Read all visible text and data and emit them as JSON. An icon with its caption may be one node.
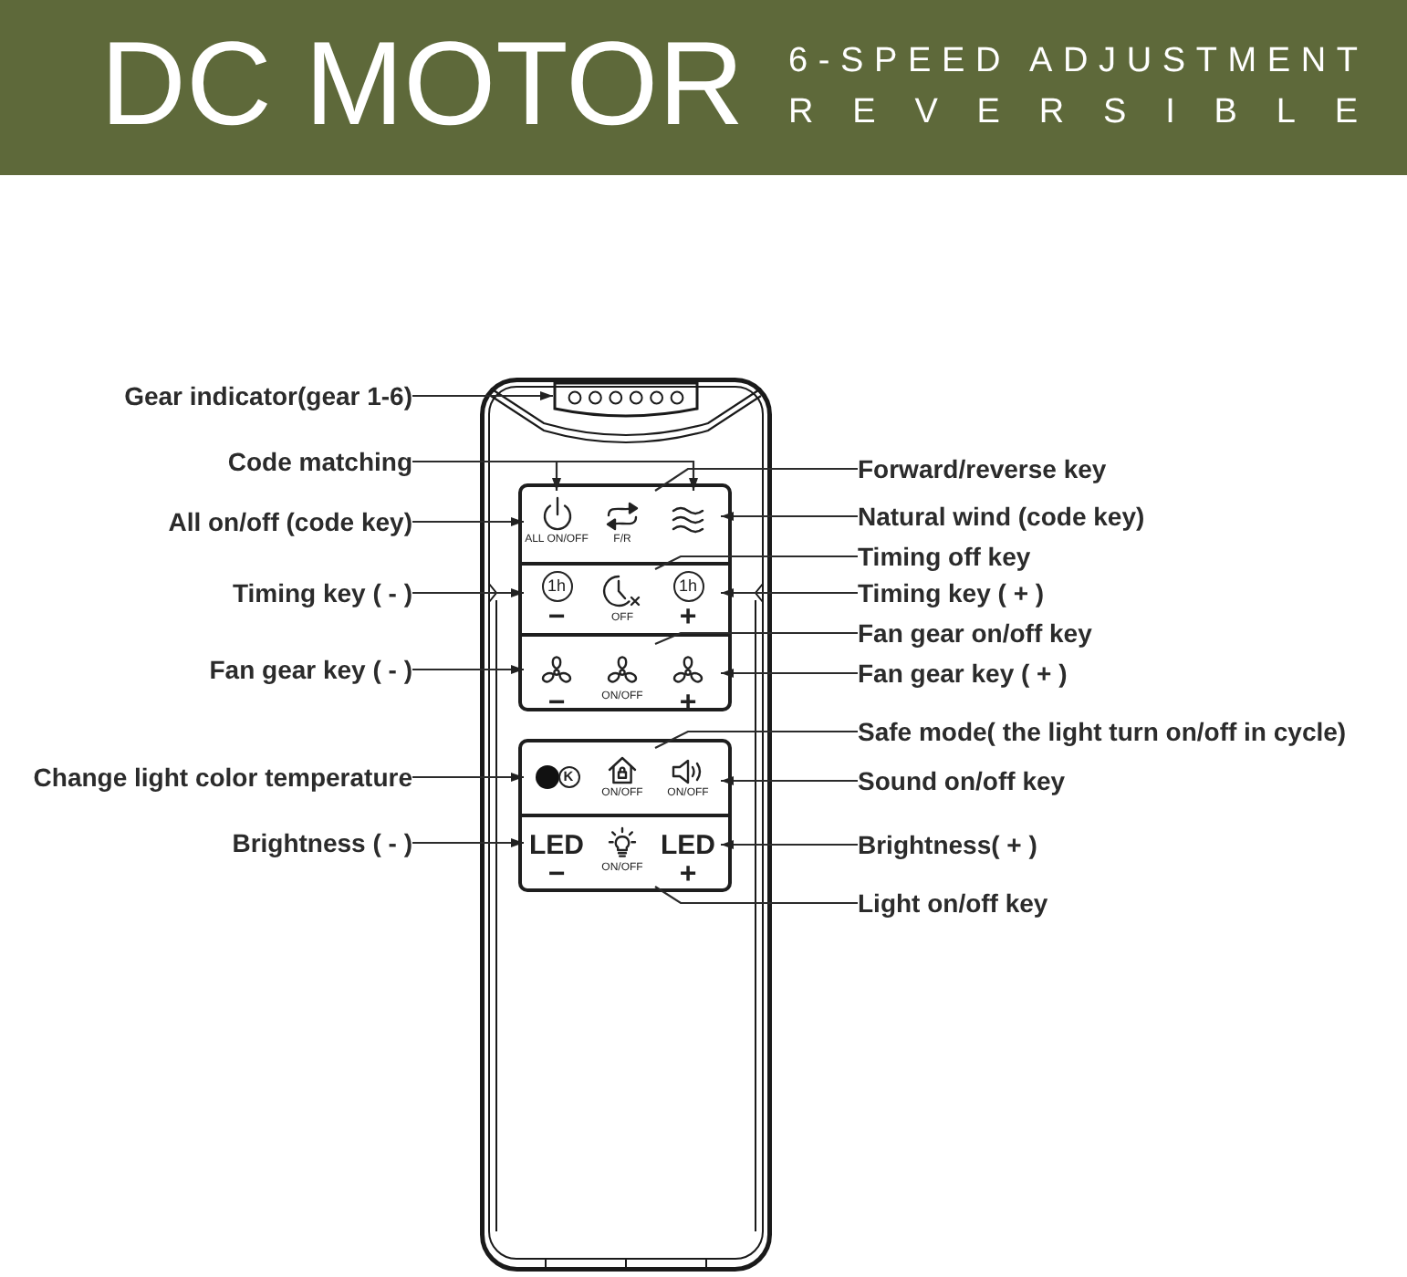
{
  "diagram": {
    "title": "DC MOTOR",
    "nodes": [
      {
        "text": [],
        "shape": "box"
      },
      {
        "text": [],
        "shape": "box",
        "in": 0
      },
      {
        "text": [],
        "shape": "box",
        "in": 0
      },
      {
        "text": [
          "ALL ON/OFF"
        ],
        "in": 2
      },
      {
        "text": [
          "F/R"
        ],
        "in": 2
      },
      {
        "text": [],
        "shape": "picture",
        "in": 2
      },
      {
        "text": [
          "1h",
          "−"
        ],
        "in": 2
      },
      {
        "text": [
          "OFF"
        ],
        "in": 2
      },
      {
        "text": [
          "1h",
          "+"
        ],
        "in": 2
      },
      {
        "text": [
          "−"
        ],
        "in": 2
      },
      {
        "text": [
          "ON/OFF"
        ],
        "in": 2
      },
      {
        "text": [
          "+"
        ],
        "in": 2
      },
      {
        "text": [],
        "shape": "box",
        "in": 0
      },
      {
        "text": [
          "K"
        ],
        "in": 12
      },
      {
        "text": [
          "ON/OFF"
        ],
        "in": 12
      },
      {
        "text": [
          "ON/OFF"
        ],
        "in": 12
      },
      {
        "text": [
          "LED",
          "−"
        ],
        "in": 12
      },
      {
        "text": [
          "ON/OFF"
        ],
        "in": 12
      },
      {
        "text": [
          "LED",
          "+"
        ],
        "in": 12
      },
      {
        "text": [
          "Gear indicator(gear 1-6)"
        ]
      },
      {
        "text": [
          "Code matching"
        ]
      },
      {
        "text": [
          "All on/off (code key)"
        ]
      },
      {
        "text": [
          "Timing key ( - )"
        ]
      },
      {
        "text": [
          "Fan gear key ( - )"
        ]
      },
      {
        "text": [
          "Change light color temperature"
        ]
      },
      {
        "text": [
          "Brightness ( - )"
        ]
      },
      {
        "text": [
          "Forward/reverse key"
        ]
      },
      {
        "text": [
          "Natural wind (code key)"
        ]
      },
      {
        "text": [
          "Timing off key"
        ]
      },
      {
        "text": [
          "Timing key ( + )"
        ]
      },
      {
        "text": [
          "Fan gear on/off key"
        ]
      },
      {
        "text": [
          "Fan gear key ( + )"
        ]
      },
      {
        "text": [
          "Safe mode( the light turn on/off in cycle)"
        ]
      },
      {
        "text": [
          "Sound on/off key"
        ]
      },
      {
        "text": [
          "Brightness( + )"
        ]
      },
      {
        "text": [
          "Light on/off key"
        ]
      }
    ],
    "edges": [
      {
        "from": 19,
        "to": 1,
        "arrow": "to"
      },
      {
        "from": 20,
        "to": 3,
        "arrow": "to"
      },
      {
        "from": 20,
        "to": 5,
        "arrow": "to"
      },
      {
        "from": 21,
        "to": 3,
        "arrow": "to"
      },
      {
        "from": 22,
        "to": 6,
        "arrow": "to"
      },
      {
        "from": 23,
        "to": 9,
        "arrow": "to"
      },
      {
        "from": 24,
        "to": 13,
        "arrow": "to"
      },
      {
        "from": 25,
        "to": 16,
        "arrow": "to"
      },
      {
        "from": 26,
        "to": 4,
        "arrow": "none"
      },
      {
        "from": 27,
        "to": 5,
        "arrow": "to"
      },
      {
        "from": 28,
        "to": 7,
        "arrow": "none"
      },
      {
        "from": 29,
        "to": 8,
        "arrow": "to"
      },
      {
        "from": 30,
        "to": 10,
        "arrow": "none"
      },
      {
        "from": 31,
        "to": 11,
        "arrow": "to"
      },
      {
        "from": 32,
        "to": 14,
        "arrow": "none"
      },
      {
        "from": 33,
        "to": 15,
        "arrow": "to"
      },
      {
        "from": 34,
        "to": 18,
        "arrow": "to"
      },
      {
        "from": 35,
        "to": 17,
        "arrow": "none"
      }
    ],
    "labels": [
      "6-SPEED ADJUSTMENT",
      "REVERSIBLE"
    ]
  }
}
